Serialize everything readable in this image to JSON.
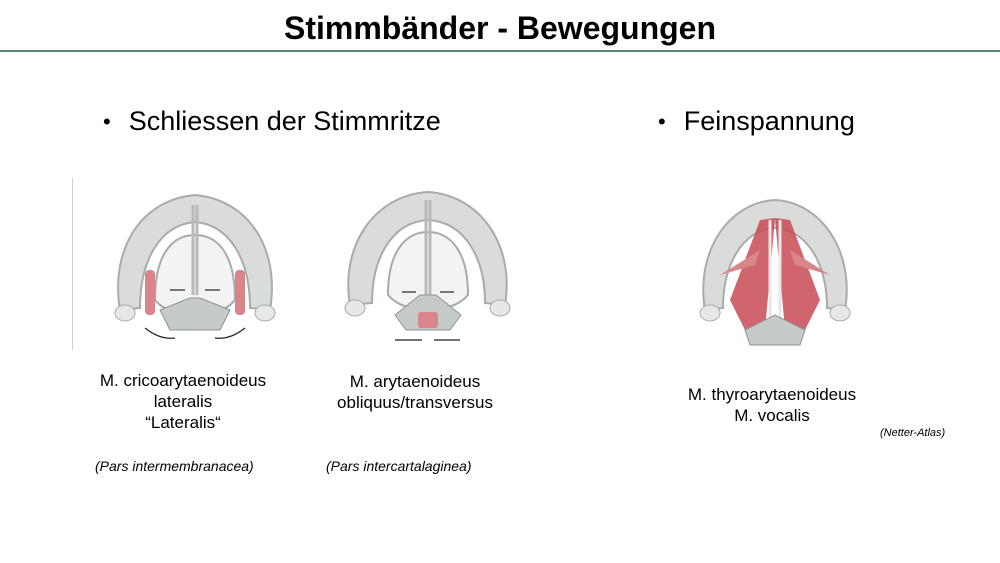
{
  "slide": {
    "title": "Stimmbänder - Bewegungen",
    "bullets": [
      {
        "label": "Schliessen der Stimmritze"
      },
      {
        "label": "Feinspannung"
      }
    ],
    "figures": [
      {
        "caption_lines": [
          "M. cricoarytaenoideus",
          "lateralis",
          "“Lateralis“"
        ],
        "note": "(Pars intermembranacea)",
        "muscle_color": "#d9868a"
      },
      {
        "caption_lines": [
          "M. arytaenoideus",
          "obliquus/transversus"
        ],
        "note": "(Pars intercartalaginea)",
        "muscle_color": "#d9868a"
      },
      {
        "caption_lines": [
          "M. thyroarytaenoideus",
          "M. vocalis"
        ],
        "source": "(Netter-Atlas)",
        "muscle_color": "#c94a55"
      }
    ],
    "colors": {
      "cartilage": "#d9dcd9",
      "cartilage_shadow": "#a8aca9",
      "rule": "#4f8a7a"
    }
  }
}
